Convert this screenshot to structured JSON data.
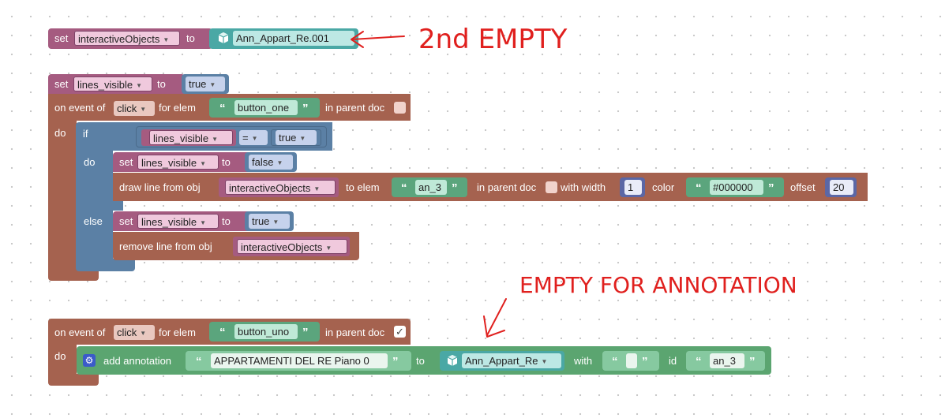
{
  "colors": {
    "variables_block": "#a55b80",
    "logic_block": "#5b80a5",
    "event_block": "#a5624f",
    "annotation_block": "#5ba570",
    "object_block": "#4aa8a5",
    "text_block": "#5ba57d",
    "number_block": "#5b67a5",
    "handwriting": "#e0201e"
  },
  "block1": {
    "set_kw": "set",
    "variable": "interactiveObjects",
    "to_kw": "to",
    "object_value": "Ann_Appart_Re.001"
  },
  "block2": {
    "set_kw": "set",
    "variable": "lines_visible",
    "to_kw": "to",
    "value": "true",
    "event": {
      "on_event_of": "on event of",
      "event_type": "click",
      "for_elem": "for elem",
      "elem": "button_one",
      "in_parent_doc": "in parent doc",
      "do_kw": "do"
    },
    "if_block": {
      "if_kw": "if",
      "do_kw": "do",
      "else_kw": "else",
      "cond_left": "lines_visible",
      "operator": "=",
      "cond_right": "true"
    },
    "then_set": {
      "set_kw": "set",
      "variable": "lines_visible",
      "to_kw": "to",
      "value": "false"
    },
    "draw_line": {
      "label": "draw line from obj",
      "obj": "interactiveObjects",
      "to_elem": "to elem",
      "elem": "an_3",
      "in_parent_doc": "in parent doc",
      "with_width": "with width",
      "width": "1",
      "color_kw": "color",
      "color": "#000000",
      "offset_kw": "offset",
      "offset": "20"
    },
    "else_set": {
      "set_kw": "set",
      "variable": "lines_visible",
      "to_kw": "to",
      "value": "true"
    },
    "remove_line": {
      "label": "remove line from obj",
      "obj": "interactiveObjects"
    }
  },
  "block3": {
    "on_event_of": "on event of",
    "event_type": "click",
    "for_elem": "for elem",
    "elem": "button_uno",
    "in_parent_doc": "in parent doc",
    "in_parent_checked": "✓",
    "do_kw": "do",
    "annotation": {
      "label": "add annotation",
      "text": "APPARTAMENTI DEL RE Piano 0",
      "to_kw": "to",
      "object": "Ann_Appart_Re",
      "with_kw": "with",
      "with_value": "",
      "id_kw": "id",
      "id": "an_3"
    }
  },
  "annotations": {
    "note1": "2nd EMPTY",
    "note2": "EMPTY FOR ANNOTATION"
  }
}
